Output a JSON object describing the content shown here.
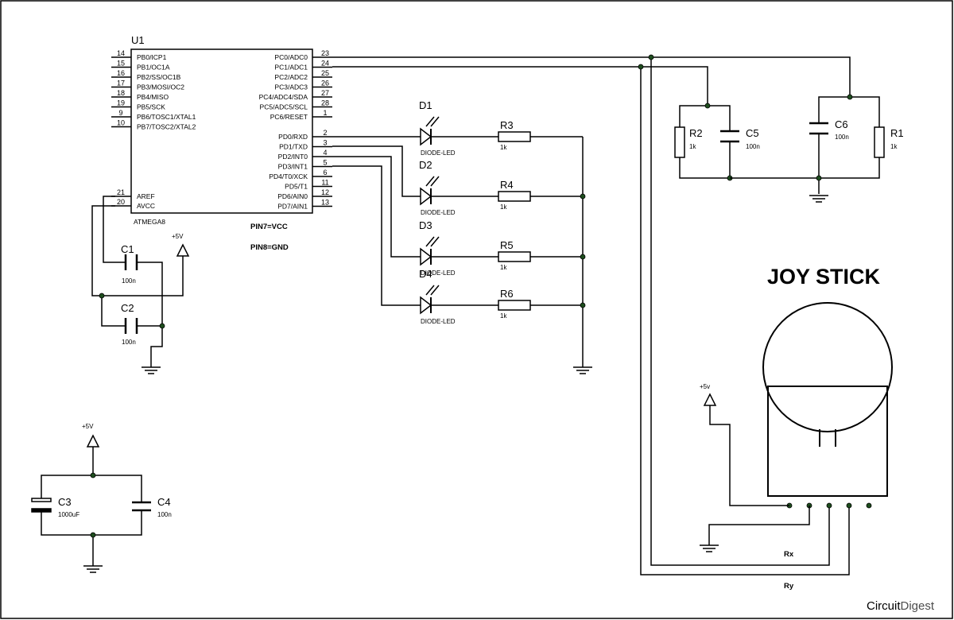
{
  "mcu": {
    "ref": "U1",
    "part": "ATMEGA8",
    "left_pins": [
      {
        "num": "14",
        "name": "PB0/ICP1"
      },
      {
        "num": "15",
        "name": "PB1/OC1A"
      },
      {
        "num": "16",
        "name": "PB2/SS/OC1B"
      },
      {
        "num": "17",
        "name": "PB3/MOSI/OC2"
      },
      {
        "num": "18",
        "name": "PB4/MISO"
      },
      {
        "num": "19",
        "name": "PB5/SCK"
      },
      {
        "num": "9",
        "name": "PB6/TOSC1/XTAL1"
      },
      {
        "num": "10",
        "name": "PB7/TOSC2/XTAL2"
      }
    ],
    "left_bottom_pins": [
      {
        "num": "21",
        "name": "AREF"
      },
      {
        "num": "20",
        "name": "AVCC"
      }
    ],
    "right_pins_top": [
      {
        "num": "23",
        "name": "PC0/ADC0"
      },
      {
        "num": "24",
        "name": "PC1/ADC1"
      },
      {
        "num": "25",
        "name": "PC2/ADC2"
      },
      {
        "num": "26",
        "name": "PC3/ADC3"
      },
      {
        "num": "27",
        "name": "PC4/ADC4/SDA"
      },
      {
        "num": "28",
        "name": "PC5/ADC5/SCL"
      },
      {
        "num": "1",
        "name": "PC6/RESET"
      }
    ],
    "right_pins_bottom": [
      {
        "num": "2",
        "name": "PD0/RXD"
      },
      {
        "num": "3",
        "name": "PD1/TXD"
      },
      {
        "num": "4",
        "name": "PD2/INT0"
      },
      {
        "num": "5",
        "name": "PD3/INT1"
      },
      {
        "num": "6",
        "name": "PD4/T0/XCK"
      },
      {
        "num": "11",
        "name": "PD5/T1"
      },
      {
        "num": "12",
        "name": "PD6/AIN0"
      },
      {
        "num": "13",
        "name": "PD7/AIN1"
      }
    ]
  },
  "notes": {
    "pin7": "PIN7=VCC",
    "pin8": "PIN8=GND"
  },
  "leds": [
    {
      "ref": "D1",
      "label": "DIODE-LED"
    },
    {
      "ref": "D2",
      "label": "DIODE-LED"
    },
    {
      "ref": "D3",
      "label": "DIODE-LED"
    },
    {
      "ref": "D4",
      "label": "DIODE-LED"
    }
  ],
  "led_resistors": [
    {
      "ref": "R3",
      "value": "1k"
    },
    {
      "ref": "R4",
      "value": "1k"
    },
    {
      "ref": "R5",
      "value": "1k"
    },
    {
      "ref": "R6",
      "value": "1k"
    }
  ],
  "analog_caps": [
    {
      "ref": "C1",
      "value": "100n"
    },
    {
      "ref": "C2",
      "value": "100n"
    }
  ],
  "supply_label": "+5V",
  "supply_caps": [
    {
      "ref": "C3",
      "value": "1000uF"
    },
    {
      "ref": "C4",
      "value": "100n"
    }
  ],
  "filters": {
    "r2": {
      "ref": "R2",
      "value": "1k"
    },
    "c5": {
      "ref": "C5",
      "value": "100n"
    },
    "c6": {
      "ref": "C6",
      "value": "100n"
    },
    "r1": {
      "ref": "R1",
      "value": "1k"
    }
  },
  "joystick": {
    "title": "JOY STICK",
    "supply": "+5v",
    "rx": "Rx",
    "ry": "Ry"
  },
  "brand": {
    "part1": "Circuit",
    "part2": "Digest"
  }
}
